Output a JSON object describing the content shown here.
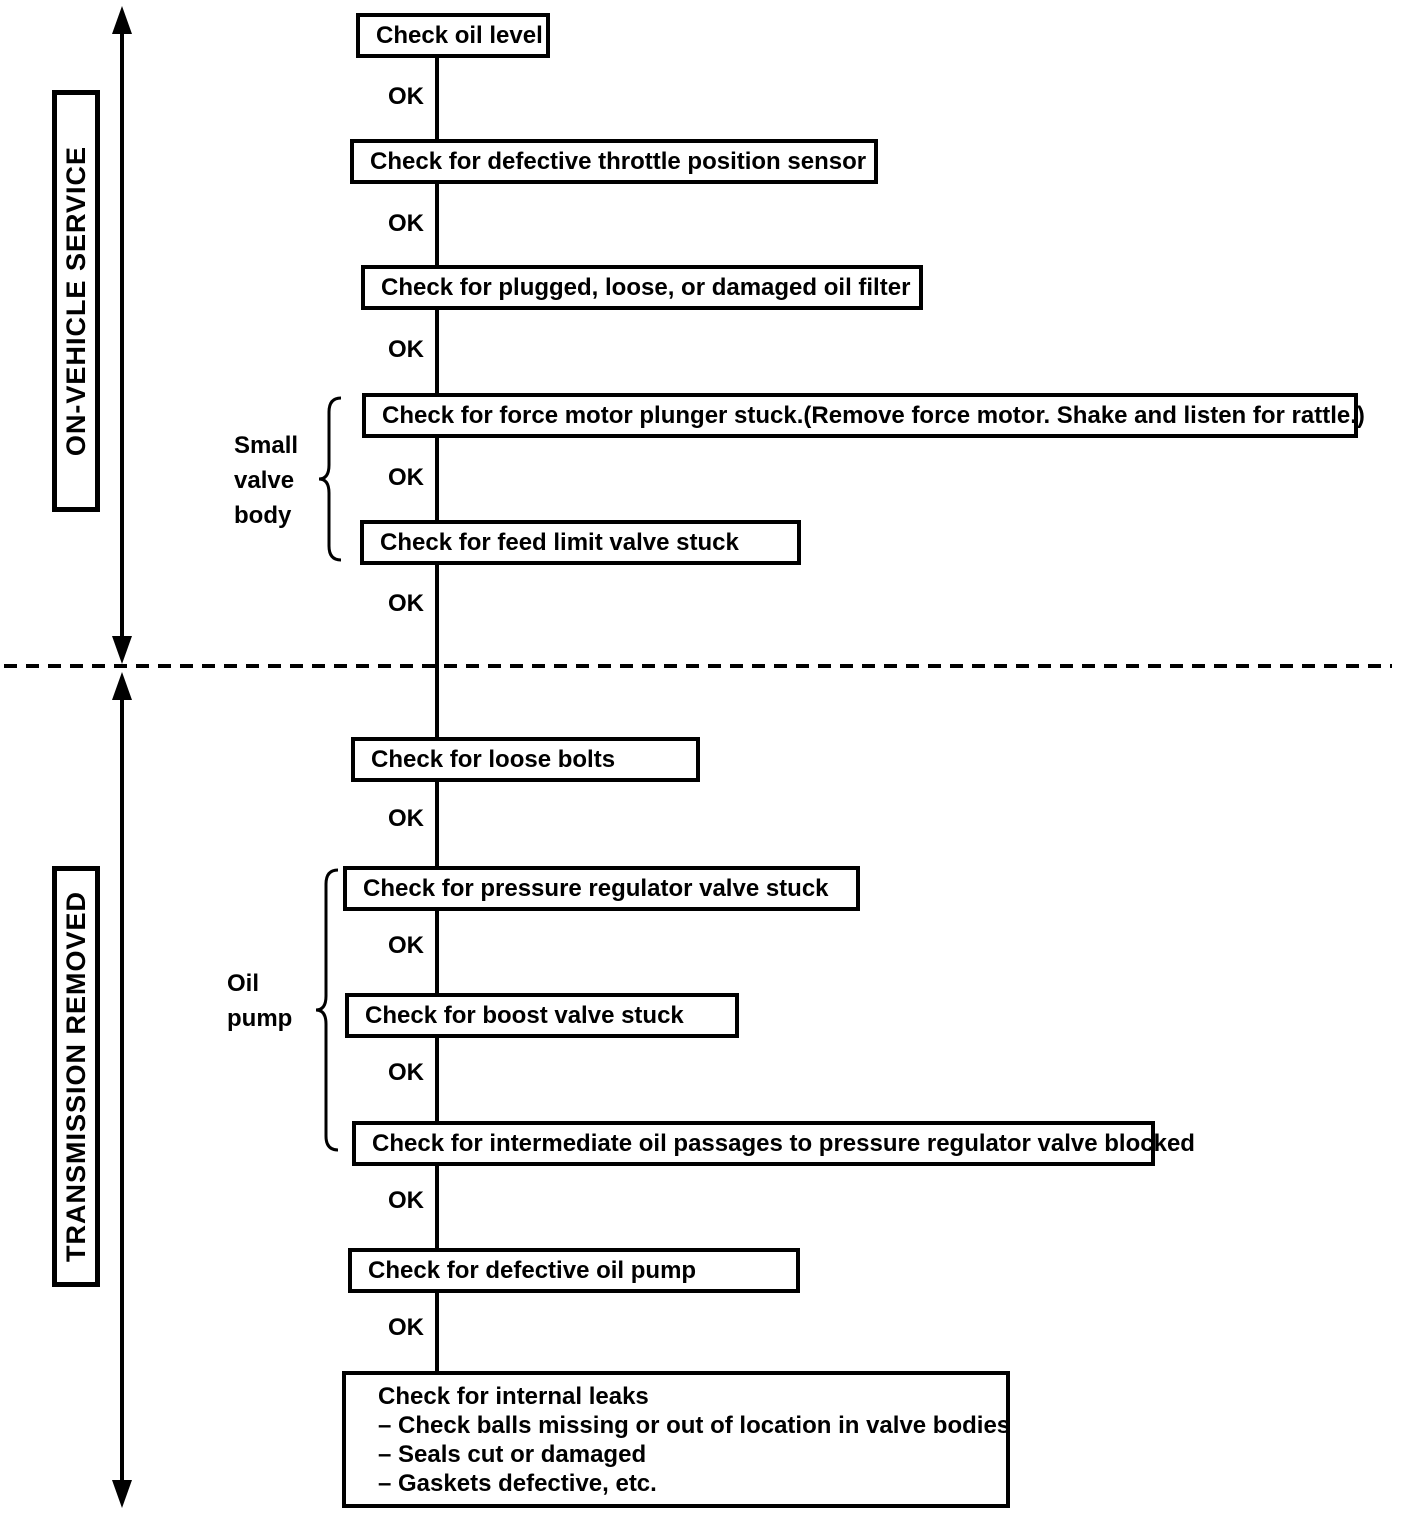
{
  "colors": {
    "ink": "#000000",
    "paper": "#ffffff"
  },
  "ok_label": "OK",
  "sections": {
    "top": "ON-VEHICLE SERVICE",
    "bottom": "TRANSMISSION REMOVED"
  },
  "groups": {
    "small_valve_body": {
      "lines": [
        "Small",
        "valve",
        "body"
      ]
    },
    "oil_pump": {
      "lines": [
        "Oil",
        "pump"
      ]
    }
  },
  "steps": [
    {
      "label": "Check oil level"
    },
    {
      "label": "Check for defective throttle position sensor"
    },
    {
      "label": "Check for plugged, loose, or damaged oil filter"
    },
    {
      "label": "Check for force motor plunger stuck.",
      "note": "(Remove force motor. Shake and listen for rattle.)"
    },
    {
      "label": "Check for feed limit valve stuck"
    },
    {
      "label": "Check for loose bolts"
    },
    {
      "label": "Check for pressure regulator valve stuck"
    },
    {
      "label": "Check for boost valve stuck"
    },
    {
      "label": "Check for intermediate oil passages to pressure regulator valve blocked"
    },
    {
      "label": "Check for defective oil pump"
    },
    {
      "label": "Check for internal leaks",
      "details": [
        "– Check balls missing or out of location in valve bodies",
        "– Seals cut or damaged",
        "– Gaskets defective, etc."
      ]
    }
  ]
}
